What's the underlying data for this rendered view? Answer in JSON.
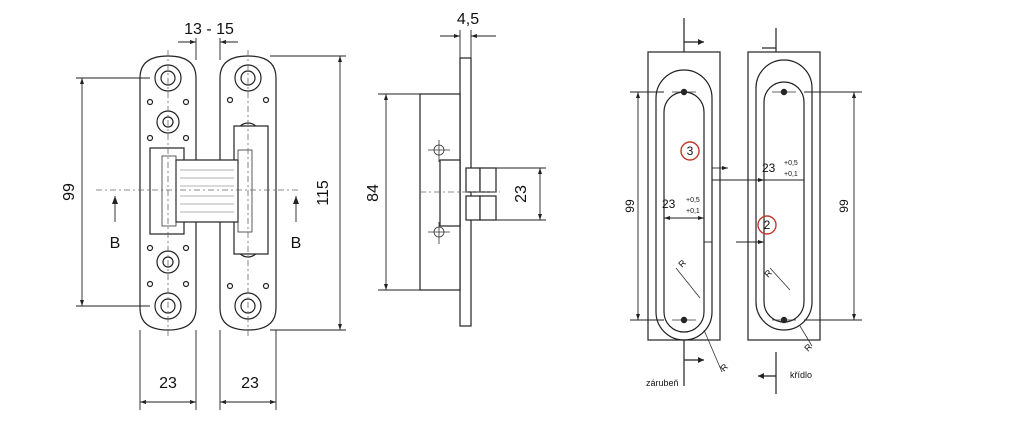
{
  "front_view": {
    "dim_top_gap": "13 - 15",
    "dim_height_inner": "99",
    "dim_height_total": "115",
    "dim_width_left": "23",
    "dim_width_right": "23",
    "section_mark_left": "B",
    "section_mark_right": "B"
  },
  "side_view": {
    "dim_thickness": "4,5",
    "dim_height": "84",
    "dim_body": "23"
  },
  "install_view": {
    "dim_slot_right": "23",
    "dim_slot_right_tol_upper": "+0,5",
    "dim_slot_right_tol_lower": "+0,1",
    "dim_slot_left": "23",
    "dim_slot_left_tol_upper": "+0,5",
    "dim_slot_left_tol_lower": "+0,1",
    "dim_height_left": "99",
    "dim_height_right": "99",
    "marker_3": "3",
    "marker_2": "2",
    "radius_label": "R",
    "label_frame": "zárubeň",
    "label_leaf": "křídlo"
  },
  "colors": {
    "line": "#222222",
    "marker_circle": "#c0392b"
  }
}
